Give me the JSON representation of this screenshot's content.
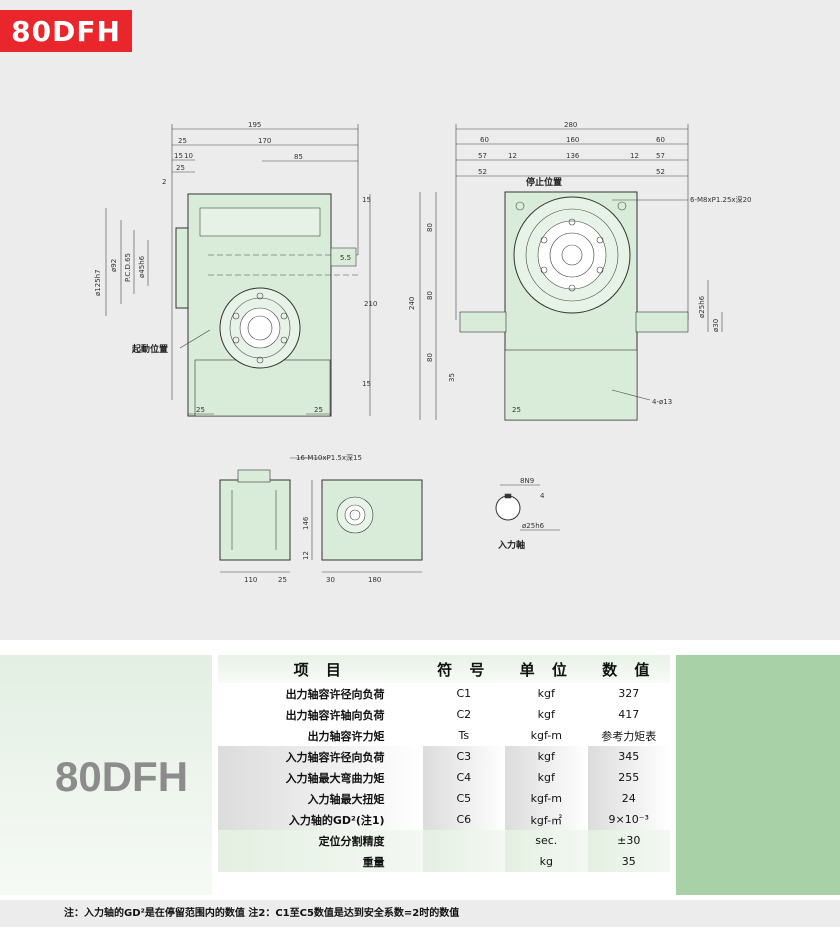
{
  "header": {
    "model": "80DFH"
  },
  "drawing": {
    "front": {
      "dims": [
        "195",
        "25",
        "170",
        "85",
        "15",
        "10",
        "25",
        "2",
        "15",
        "210",
        "15",
        "25",
        "25",
        "ø125h7",
        "ø92",
        "P.C.D.65",
        "ø45h6",
        "5.5"
      ],
      "label_start": "起動位置"
    },
    "side": {
      "dims": [
        "280",
        "60",
        "160",
        "60",
        "57",
        "12",
        "136",
        "12",
        "57",
        "52",
        "52",
        "240",
        "80",
        "80",
        "80",
        "35",
        "25",
        "ø25h6",
        "ø30"
      ],
      "label_stop": "停止位置",
      "hole_spec": "6-M8xP1.25x深20",
      "mount_holes": "4-ø13"
    },
    "bottom_left": {
      "thread_spec": "16-M10xP1.5x深15",
      "dims": [
        "110",
        "25"
      ]
    },
    "bottom_mid": {
      "dims": [
        "146",
        "12",
        "30",
        "180"
      ]
    },
    "input_shaft": {
      "dims": [
        "8N9",
        "4",
        "ø25h6"
      ],
      "label": "入力軸"
    }
  },
  "spec": {
    "model": "80DFH",
    "headers": [
      "项 目",
      "符 号",
      "单 位",
      "数 值"
    ],
    "rows": [
      {
        "item": "出力轴容许径向负荷",
        "symbol": "C1",
        "unit": "kgf",
        "value": "327"
      },
      {
        "item": "出力轴容许轴向负荷",
        "symbol": "C2",
        "unit": "kgf",
        "value": "417"
      },
      {
        "item": "出力轴容许力矩",
        "symbol": "Ts",
        "unit": "kgf-m",
        "value": "参考力矩表"
      },
      {
        "item": "入力轴容许径向负荷",
        "symbol": "C3",
        "unit": "kgf",
        "value": "345"
      },
      {
        "item": "入力轴最大弯曲力矩",
        "symbol": "C4",
        "unit": "kgf",
        "value": "255"
      },
      {
        "item": "入力轴最大扭矩",
        "symbol": "C5",
        "unit": "kgf-m",
        "value": "24"
      },
      {
        "item": "入力轴的GD²(注1)",
        "symbol": "C6",
        "unit": "kgf-㎡",
        "value": "9×10⁻³"
      },
      {
        "item": "定位分割精度",
        "symbol": "",
        "unit": "sec.",
        "value": "±30"
      },
      {
        "item": "重量",
        "symbol": "",
        "unit": "kg",
        "value": "35"
      }
    ]
  },
  "footer": {
    "note": "注：入力轴的GD²是在停留范围内的数值  注2：C1至C5数值是达到安全系数=2时的数值"
  },
  "colors": {
    "badge": "#e8262b",
    "body_fill": "#d9ecd9",
    "accent_panel": "#a8d1a8"
  }
}
